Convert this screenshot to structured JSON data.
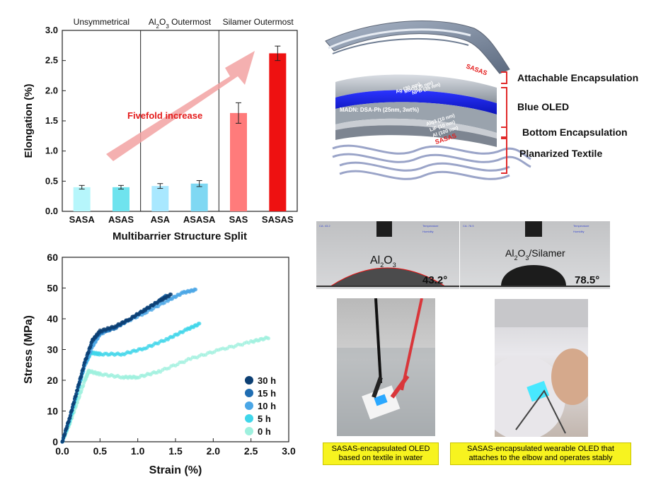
{
  "chart_data": [
    {
      "type": "bar",
      "categories": [
        "SASA",
        "ASAS",
        "ASA",
        "ASASA",
        "SAS",
        "SASAS"
      ],
      "values": [
        0.4,
        0.4,
        0.42,
        0.46,
        1.63,
        2.62
      ],
      "errors": [
        0.03,
        0.03,
        0.04,
        0.05,
        0.17,
        0.12
      ],
      "groups": [
        "Unsymmetrical",
        "Al2O3 Outermost",
        "Silamer Outermost"
      ],
      "group_spans": [
        [
          0,
          1
        ],
        [
          2,
          3
        ],
        [
          4,
          5
        ]
      ],
      "xlabel": "Multibarrier Structure Split",
      "ylabel": "Elongation (%)",
      "ylim": [
        0,
        3.0
      ],
      "yticks": [
        "0.0",
        "0.5",
        "1.0",
        "1.5",
        "2.0",
        "2.5",
        "3.0"
      ],
      "annotation": "Fivefold increase",
      "colors": [
        "#b6f6fb",
        "#6fe3ee",
        "#a9e8ff",
        "#7fd8f3",
        "#ff7b7b",
        "#ee1111"
      ]
    },
    {
      "type": "scatter",
      "xlabel": "Strain (%)",
      "ylabel": "Stress (MPa)",
      "xlim": [
        0,
        3.0
      ],
      "ylim": [
        0,
        60
      ],
      "xticks": [
        "0.0",
        "0.5",
        "1.0",
        "1.5",
        "2.0",
        "2.5",
        "3.0"
      ],
      "yticks": [
        "0",
        "10",
        "20",
        "30",
        "40",
        "50",
        "60"
      ],
      "series": [
        {
          "name": "30 h",
          "color": "#0c3f73",
          "points": [
            [
              0.0,
              0
            ],
            [
              0.1,
              8
            ],
            [
              0.2,
              17
            ],
            [
              0.3,
              26
            ],
            [
              0.4,
              33
            ],
            [
              0.5,
              36
            ],
            [
              0.7,
              37.5
            ],
            [
              0.9,
              40
            ],
            [
              1.1,
              43
            ],
            [
              1.3,
              46
            ],
            [
              1.45,
              48
            ]
          ]
        },
        {
          "name": "15 h",
          "color": "#1f6db2",
          "points": [
            [
              0.0,
              0
            ],
            [
              0.1,
              8
            ],
            [
              0.2,
              17
            ],
            [
              0.3,
              26
            ],
            [
              0.4,
              33
            ],
            [
              0.5,
              35.5
            ],
            [
              0.7,
              37
            ],
            [
              0.9,
              40
            ],
            [
              1.1,
              43
            ],
            [
              1.3,
              46
            ],
            [
              1.38,
              47.5
            ]
          ]
        },
        {
          "name": "10 h",
          "color": "#4aa6e6",
          "points": [
            [
              0.0,
              0
            ],
            [
              0.1,
              8
            ],
            [
              0.2,
              17
            ],
            [
              0.3,
              25
            ],
            [
              0.4,
              31
            ],
            [
              0.5,
              35
            ],
            [
              0.8,
              38.5
            ],
            [
              1.1,
              42
            ],
            [
              1.4,
              46
            ],
            [
              1.6,
              48.5
            ],
            [
              1.78,
              49.5
            ]
          ]
        },
        {
          "name": "5 h",
          "color": "#3fd6ea",
          "points": [
            [
              0.0,
              0
            ],
            [
              0.1,
              7
            ],
            [
              0.2,
              16
            ],
            [
              0.3,
              25
            ],
            [
              0.38,
              29
            ],
            [
              0.5,
              28.5
            ],
            [
              0.8,
              28.5
            ],
            [
              1.1,
              30.5
            ],
            [
              1.4,
              33.5
            ],
            [
              1.65,
              36.5
            ],
            [
              1.83,
              38.5
            ]
          ]
        },
        {
          "name": "0 h",
          "color": "#9ef0de",
          "points": [
            [
              0.0,
              0
            ],
            [
              0.1,
              6
            ],
            [
              0.2,
              13
            ],
            [
              0.3,
              20
            ],
            [
              0.35,
              23
            ],
            [
              0.5,
              22
            ],
            [
              0.8,
              21
            ],
            [
              1.0,
              21
            ],
            [
              1.3,
              23
            ],
            [
              1.7,
              27
            ],
            [
              2.1,
              30
            ],
            [
              2.5,
              32.5
            ],
            [
              2.75,
              34
            ]
          ]
        }
      ]
    }
  ],
  "oled_diagram": {
    "layer_labels": {
      "sasas_top": "SASAS",
      "ag": "Ag (30 nm)",
      "moo3": "MoO3 (5 nm)",
      "npb": "NPB (35 nm)",
      "madn": "MADN: DSA-Ph (25nm, 3wt%)",
      "alq3": "Alq3 (10 nm)",
      "lif": "LiF (10 nm)",
      "al": "Al (100 nm)",
      "sasas_bottom": "SASAS"
    },
    "brackets": [
      "Attachable Encapsulation",
      "Blue OLED",
      "Bottom Encapsulation",
      "Planarized Textile"
    ]
  },
  "contact_angle": {
    "left_label": "Al2O3",
    "left_angle": "43.2°",
    "right_label": "Al2O3/Silamer",
    "right_angle": "78.5°"
  },
  "captions": {
    "left": "SASAS-encapsulated OLED based on textile in water",
    "right": "SASAS-encapsulated wearable OLED that attaches to the elbow and operates stably"
  }
}
